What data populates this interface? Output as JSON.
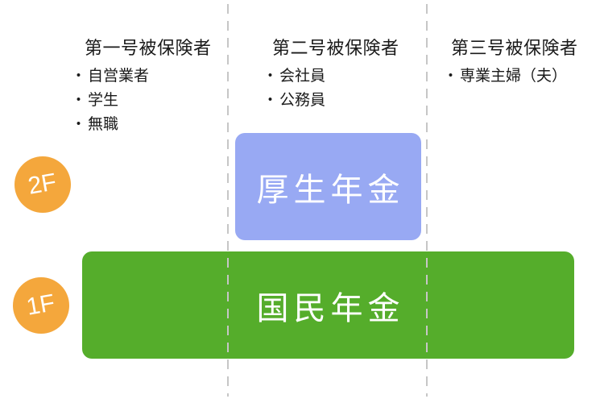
{
  "diagram": {
    "bullet": "・",
    "columns": [
      {
        "header": "第一号被保険者",
        "items": [
          "自営業者",
          "学生",
          "無職"
        ]
      },
      {
        "header": "第二号被保険者",
        "items": [
          "会社員",
          "公務員"
        ]
      },
      {
        "header": "第三号被保険者",
        "items": [
          "専業主婦（夫）"
        ]
      }
    ],
    "floors": [
      {
        "badge": "2F",
        "label": "厚生年金",
        "color": "#98a9f3"
      },
      {
        "badge": "1F",
        "label": "国民年金",
        "color": "#55ad2b"
      }
    ],
    "colors": {
      "badge_orange": "#f4a73c",
      "divider_gray": "#c6c6c6",
      "text_dark": "#1a1a1a",
      "box_text_white": "#ffffff",
      "background": "#ffffff"
    }
  }
}
